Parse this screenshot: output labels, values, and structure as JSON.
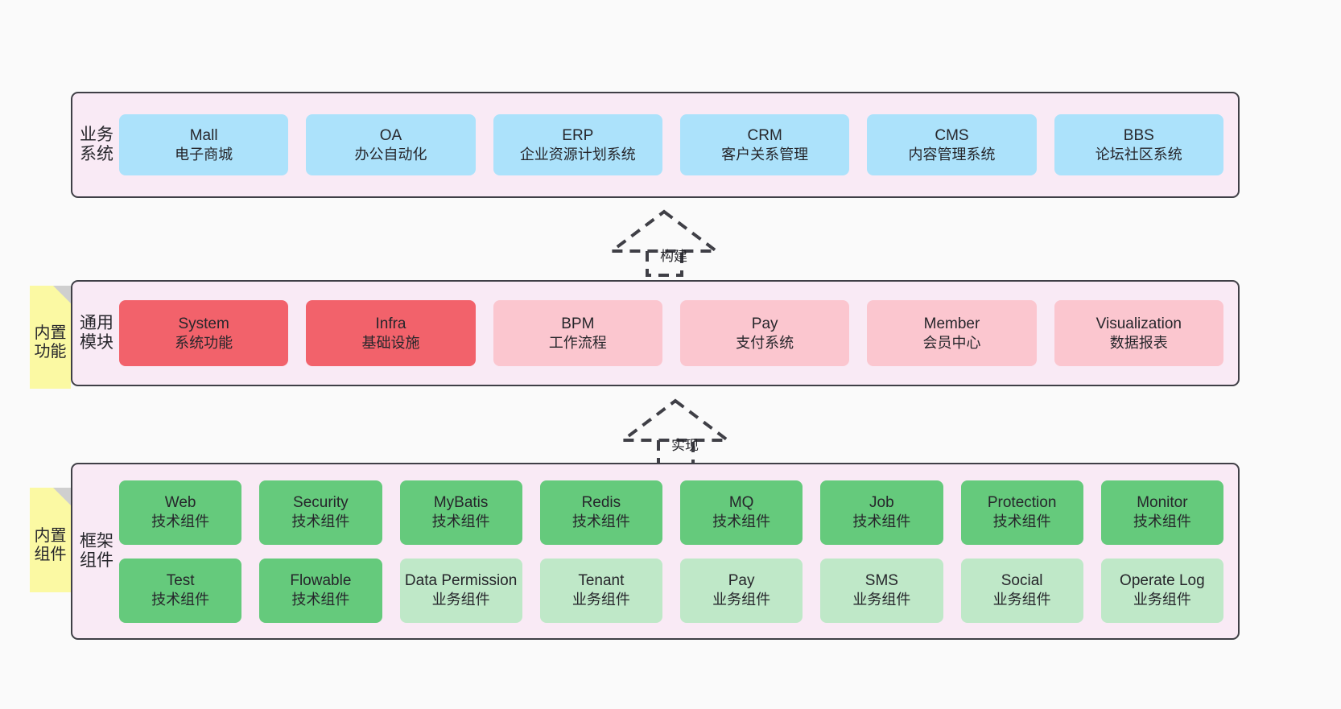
{
  "canvas": {
    "background": "#fafafa"
  },
  "palette": {
    "layer_bg": "#f9eaf5",
    "layer_border": "#3f3f46",
    "business_card": "#ace2fb",
    "module_core": "#f2626b",
    "module_plain": "#fbc6cf",
    "tech_component": "#65ca7c",
    "biz_component": "#bfe8c8",
    "sticky": "#fbf9a3",
    "sticky_fold": "#cfcfcf"
  },
  "stickies": [
    {
      "id": "builtin-func",
      "label": "内置功能"
    },
    {
      "id": "builtin-comp",
      "label": "内置组件"
    }
  ],
  "connectors": [
    {
      "id": "build",
      "label": "构建",
      "style": "dashed-generalization-up"
    },
    {
      "id": "impl",
      "label": "实现",
      "style": "dashed-generalization-up"
    }
  ],
  "layers": [
    {
      "id": "business",
      "title": "业务系统",
      "rows": [
        [
          {
            "name": "Mall",
            "sub": "电子商城",
            "tone": "blue"
          },
          {
            "name": "OA",
            "sub": "办公自动化",
            "tone": "blue"
          },
          {
            "name": "ERP",
            "sub": "企业资源计划系统",
            "tone": "blue"
          },
          {
            "name": "CRM",
            "sub": "客户关系管理",
            "tone": "blue"
          },
          {
            "name": "CMS",
            "sub": "内容管理系统",
            "tone": "blue"
          },
          {
            "name": "BBS",
            "sub": "论坛社区系统",
            "tone": "blue"
          }
        ]
      ]
    },
    {
      "id": "modules",
      "title": "通用模块",
      "rows": [
        [
          {
            "name": "System",
            "sub": "系统功能",
            "tone": "red"
          },
          {
            "name": "Infra",
            "sub": "基础设施",
            "tone": "red"
          },
          {
            "name": "BPM",
            "sub": "工作流程",
            "tone": "pink"
          },
          {
            "name": "Pay",
            "sub": "支付系统",
            "tone": "pink"
          },
          {
            "name": "Member",
            "sub": "会员中心",
            "tone": "pink"
          },
          {
            "name": "Visualization",
            "sub": "数据报表",
            "tone": "pink"
          }
        ]
      ]
    },
    {
      "id": "framework",
      "title": "框架组件",
      "rows": [
        [
          {
            "name": "Web",
            "sub": "技术组件",
            "tone": "green"
          },
          {
            "name": "Security",
            "sub": "技术组件",
            "tone": "green"
          },
          {
            "name": "MyBatis",
            "sub": "技术组件",
            "tone": "green"
          },
          {
            "name": "Redis",
            "sub": "技术组件",
            "tone": "green"
          },
          {
            "name": "MQ",
            "sub": "技术组件",
            "tone": "green"
          },
          {
            "name": "Job",
            "sub": "技术组件",
            "tone": "green"
          },
          {
            "name": "Protection",
            "sub": "技术组件",
            "tone": "green"
          },
          {
            "name": "Monitor",
            "sub": "技术组件",
            "tone": "green"
          }
        ],
        [
          {
            "name": "Test",
            "sub": "技术组件",
            "tone": "green"
          },
          {
            "name": "Flowable",
            "sub": "技术组件",
            "tone": "green"
          },
          {
            "name": "Data Permission",
            "sub": "业务组件",
            "tone": "green-light"
          },
          {
            "name": "Tenant",
            "sub": "业务组件",
            "tone": "green-light"
          },
          {
            "name": "Pay",
            "sub": "业务组件",
            "tone": "green-light"
          },
          {
            "name": "SMS",
            "sub": "业务组件",
            "tone": "green-light"
          },
          {
            "name": "Social",
            "sub": "业务组件",
            "tone": "green-light"
          },
          {
            "name": "Operate Log",
            "sub": "业务组件",
            "tone": "green-light"
          }
        ]
      ]
    }
  ]
}
